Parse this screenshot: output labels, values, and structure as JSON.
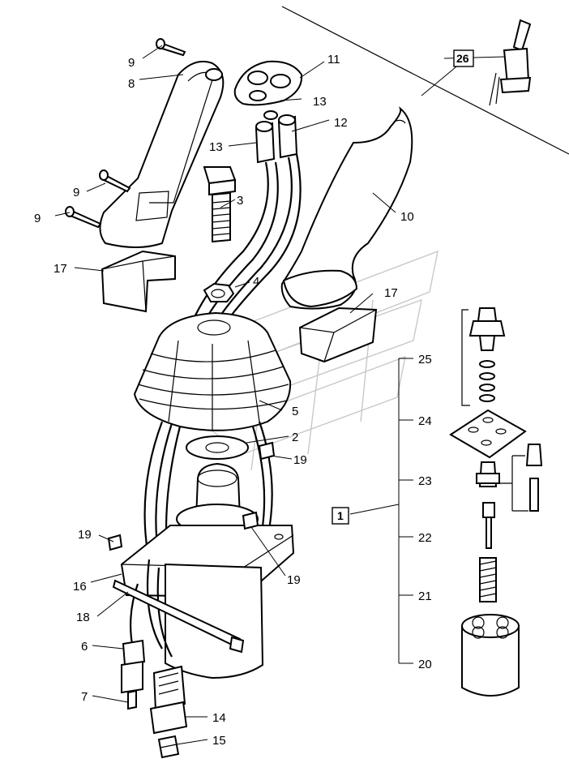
{
  "diagram": {
    "callouts": [
      "9",
      "8",
      "9",
      "9",
      "17",
      "11",
      "13",
      "12",
      "13",
      "3",
      "10",
      "4",
      "17",
      "5",
      "2",
      "19",
      "19",
      "19",
      "16",
      "18",
      "6",
      "7",
      "14",
      "15",
      "25",
      "24",
      "23",
      "22",
      "21",
      "20"
    ],
    "boxed": [
      "26",
      "1"
    ]
  }
}
